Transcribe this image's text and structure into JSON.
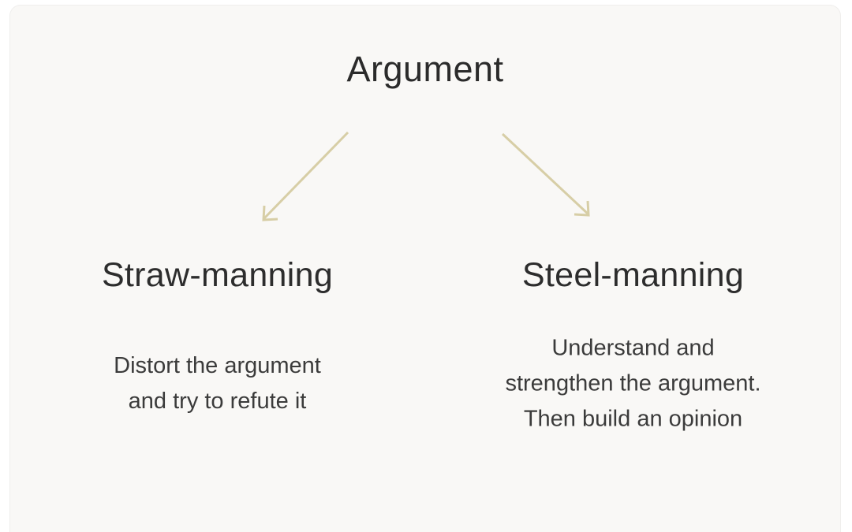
{
  "diagram": {
    "title": "Argument",
    "branches": [
      {
        "heading": "Straw-manning",
        "description_lines": [
          "Distort the argument",
          "and try to refute it"
        ]
      },
      {
        "heading": "Steel-manning",
        "description_lines": [
          "Understand and",
          "strengthen the argument.",
          "Then build an opinion"
        ]
      }
    ],
    "colors": {
      "arrow": "#d7cea6",
      "heading_text": "#2d2d2d",
      "body_text": "#3b3b3b",
      "card_background": "#f9f8f6",
      "page_background": "#ffffff"
    },
    "arrow_stroke_width": "3"
  }
}
